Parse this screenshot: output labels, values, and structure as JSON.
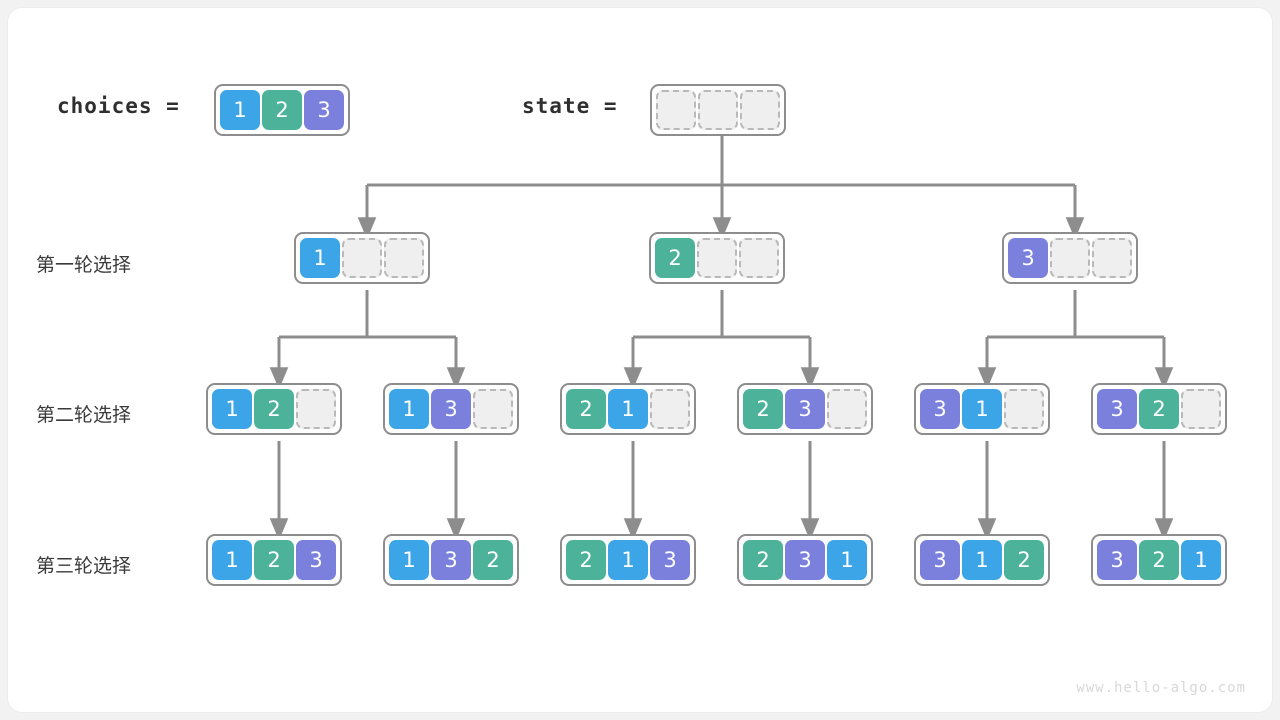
{
  "page": {
    "background": "#f2f2f2",
    "card_background": "#ffffff",
    "watermark": "www.hello-algo.com"
  },
  "palette": {
    "value_1": "#3ba5e8",
    "value_2": "#4cb39a",
    "value_3": "#7a80dc",
    "empty_cell": "#efefef",
    "border": "#8d8d8d",
    "wire": "#8d8d8d"
  },
  "header": {
    "choices_label": "choices =",
    "choices_cells": [
      "1",
      "2",
      "3"
    ],
    "state_label": "state =",
    "state_cells": [
      "",
      "",
      ""
    ]
  },
  "levels": [
    {
      "label": "第一轮选择",
      "nodes": [
        {
          "cells": [
            "1",
            "",
            ""
          ]
        },
        {
          "cells": [
            "2",
            "",
            ""
          ]
        },
        {
          "cells": [
            "3",
            "",
            ""
          ]
        }
      ]
    },
    {
      "label": "第二轮选择",
      "nodes": [
        {
          "cells": [
            "1",
            "2",
            ""
          ]
        },
        {
          "cells": [
            "1",
            "3",
            ""
          ]
        },
        {
          "cells": [
            "2",
            "1",
            ""
          ]
        },
        {
          "cells": [
            "2",
            "3",
            ""
          ]
        },
        {
          "cells": [
            "3",
            "1",
            ""
          ]
        },
        {
          "cells": [
            "3",
            "2",
            ""
          ]
        }
      ]
    },
    {
      "label": "第三轮选择",
      "nodes": [
        {
          "cells": [
            "1",
            "2",
            "3"
          ]
        },
        {
          "cells": [
            "1",
            "3",
            "2"
          ]
        },
        {
          "cells": [
            "2",
            "1",
            "3"
          ]
        },
        {
          "cells": [
            "2",
            "3",
            "1"
          ]
        },
        {
          "cells": [
            "3",
            "1",
            "2"
          ]
        },
        {
          "cells": [
            "3",
            "2",
            "1"
          ]
        }
      ]
    }
  ]
}
